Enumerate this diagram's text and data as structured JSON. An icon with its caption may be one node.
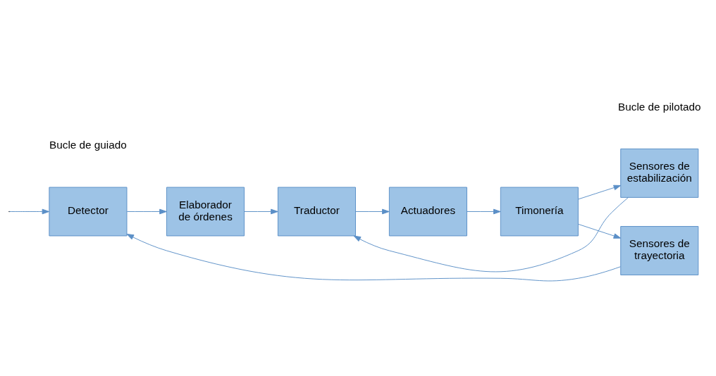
{
  "diagram": {
    "nodes": [
      {
        "text": [
          "Detector"
        ]
      },
      {
        "text": [
          "Elaborador de órdenes"
        ]
      },
      {
        "text": [
          "Traductor"
        ]
      },
      {
        "text": [
          "Actuadores"
        ]
      },
      {
        "text": [
          "Sensores de estabilización"
        ]
      },
      {
        "text": [
          "Timonería"
        ]
      },
      {
        "text": [
          "Sensores de trayectoria"
        ]
      }
    ],
    "edges": [
      {
        "from": null,
        "to": 0,
        "arrow": "to"
      },
      {
        "from": 0,
        "to": 1,
        "arrow": "to"
      },
      {
        "from": 1,
        "to": 2,
        "arrow": "to"
      },
      {
        "from": 2,
        "to": 3,
        "arrow": "to"
      },
      {
        "from": 3,
        "to": 5,
        "arrow": "to"
      },
      {
        "from": 5,
        "to": 4,
        "arrow": "to"
      },
      {
        "from": 4,
        "to": 2,
        "arrow": "to"
      },
      {
        "from": 5,
        "to": 6,
        "arrow": "to"
      },
      {
        "from": 6,
        "to": 0,
        "arrow": "to"
      }
    ],
    "labels": [
      "Bucle de pilotado",
      "Bucle de guiado"
    ]
  }
}
